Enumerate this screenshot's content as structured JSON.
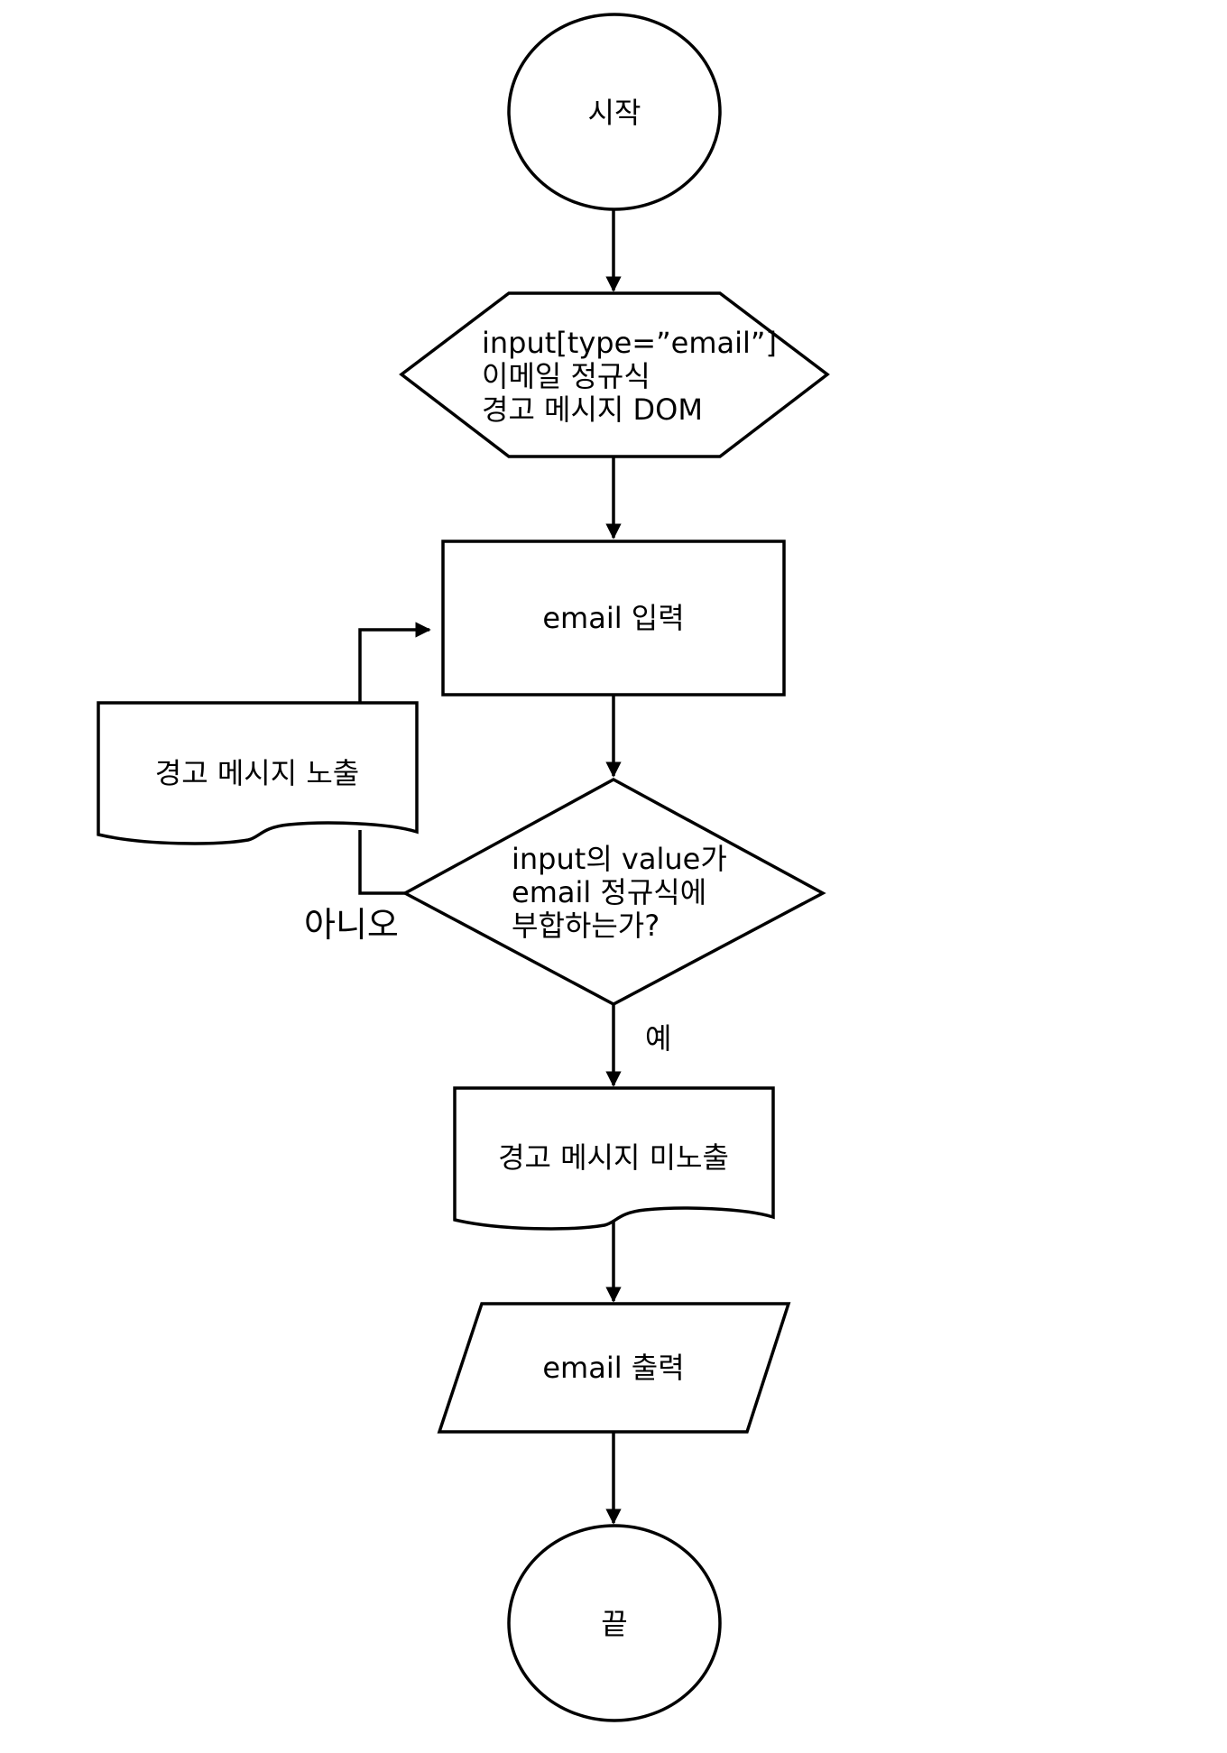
{
  "nodes": {
    "start": {
      "label": "시작"
    },
    "init": {
      "lines": [
        "input[type=”email”]",
        "이메일 정규식",
        "경고 메시지 DOM"
      ]
    },
    "email_input": {
      "label": "email 입력"
    },
    "warning_show": {
      "label": "경고 메시지 노출"
    },
    "decision": {
      "lines": [
        "input의 value가",
        "email 정규식에",
        "부합하는가?"
      ]
    },
    "warning_hide": {
      "label": "경고 메시지 미노출"
    },
    "email_output": {
      "label": "email 출력"
    },
    "end": {
      "label": "끝"
    }
  },
  "edges": {
    "no_label": "아니오",
    "yes_label": "예"
  }
}
